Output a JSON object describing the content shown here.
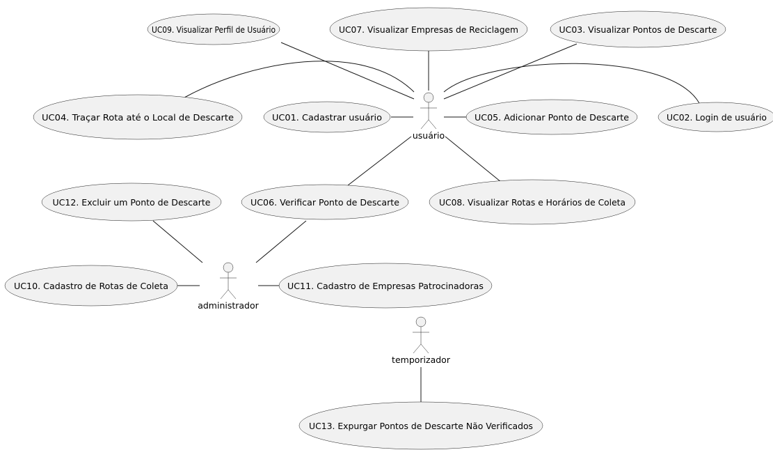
{
  "actors": {
    "usuario": "usuário",
    "administrador": "administrador",
    "temporizador": "temporizador"
  },
  "use_cases": {
    "uc01": "UC01. Cadastrar usuário",
    "uc02": "UC02. Login de usuário",
    "uc03": "UC03. Visualizar Pontos de Descarte",
    "uc04": "UC04. Traçar Rota até o Local de Descarte",
    "uc05": "UC05. Adicionar Ponto de Descarte",
    "uc06": "UC06. Verificar Ponto de Descarte",
    "uc07": "UC07. Visualizar Empresas de Reciclagem",
    "uc08": "UC08. Visualizar Rotas e Horários de Coleta",
    "uc09": "UC09. Visualizar Perfil de Usuário",
    "uc10": "UC10. Cadastro de Rotas de Coleta",
    "uc11": "UC11. Cadastro de Empresas Patrocinadoras",
    "uc12": "UC12.  Excluir um Ponto de Descarte",
    "uc13": "UC13. Expurgar Pontos de Descarte Não Verificados"
  }
}
